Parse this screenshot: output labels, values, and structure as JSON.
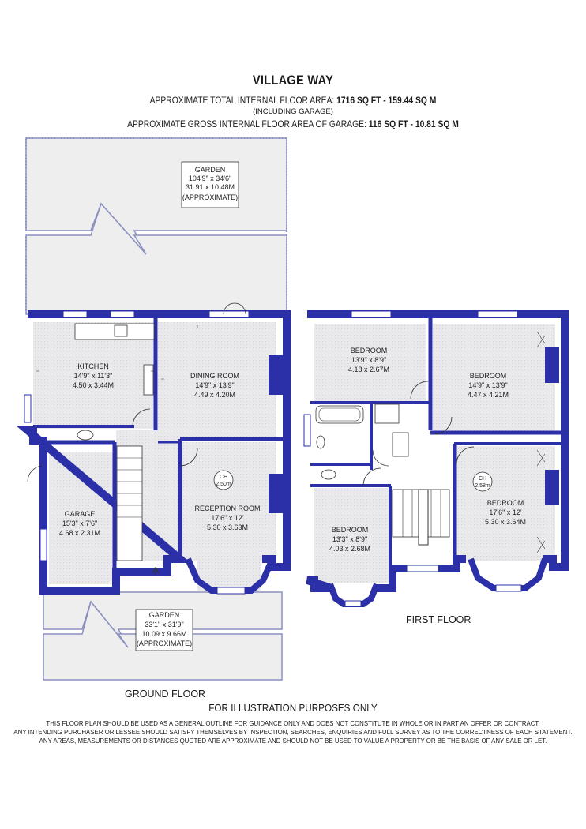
{
  "header": {
    "title": "VILLAGE WAY",
    "total_area_label": "APPROXIMATE TOTAL INTERNAL FLOOR AREA:",
    "total_area_value": "1716 SQ FT  -  159.44 SQ M",
    "including": "(INCLUDING GARAGE)",
    "garage_area_label": "APPROXIMATE GROSS INTERNAL FLOOR AREA OF GARAGE:",
    "garage_area_value": "116 SQ FT  -  10.81 SQ M"
  },
  "rooms": {
    "garden_rear": {
      "name": "GARDEN",
      "dim_imperial": "104'9\" x 34'6\"",
      "dim_metric": "31.91 x 10.48M",
      "note": "(APPROXIMATE)"
    },
    "kitchen": {
      "name": "KITCHEN",
      "dim_imperial": "14'9\" x 11'3\"",
      "dim_metric": "4.50 x 3.44M"
    },
    "dining": {
      "name": "DINING ROOM",
      "dim_imperial": "14'9\" x 13'9\"",
      "dim_metric": "4.49 x 4.20M"
    },
    "reception": {
      "name": "RECEPTION ROOM",
      "dim_imperial": "17'6\" x 12'",
      "dim_metric": "5.30 x 3.63M"
    },
    "garage": {
      "name": "GARAGE",
      "dim_imperial": "15'3\" x 7'6\"",
      "dim_metric": "4.68 x 2.31M"
    },
    "ch_ground": {
      "name": "CH",
      "height": "2.50m"
    },
    "garden_front": {
      "name": "GARDEN",
      "dim_imperial": "33'1\" x 31'9\"",
      "dim_metric": "10.09 x 9.66M",
      "note": "(APPROXIMATE)"
    },
    "bedroom1": {
      "name": "BEDROOM",
      "dim_imperial": "13'9\" x 8'9\"",
      "dim_metric": "4.18 x 2.67M"
    },
    "bedroom2": {
      "name": "BEDROOM",
      "dim_imperial": "14'9\" x 13'9\"",
      "dim_metric": "4.47 x 4.21M"
    },
    "bedroom3": {
      "name": "BEDROOM",
      "dim_imperial": "13'3\" x 8'9\"",
      "dim_metric": "4.03 x 2.68M"
    },
    "bedroom4": {
      "name": "BEDROOM",
      "dim_imperial": "17'6\" x 12'",
      "dim_metric": "5.30 x 3.64M"
    },
    "ch_first": {
      "name": "CH",
      "height": "2.58m"
    }
  },
  "floors": {
    "ground": "GROUND FLOOR",
    "first": "FIRST FLOOR"
  },
  "footer": {
    "illustration": "FOR ILLUSTRATION PURPOSES ONLY",
    "disclaimer_1": "THIS FLOOR PLAN SHOULD BE USED AS A GENERAL OUTLINE FOR GUIDANCE ONLY AND DOES NOT CONSTITUTE IN WHOLE OR IN PART AN OFFER OR CONTRACT.",
    "disclaimer_2": "ANY INTENDING PURCHASER OR LESSEE SHOULD SATISFY THEMSELVES BY INSPECTION, SEARCHES, ENQUIRIES AND FULL SURVEY AS TO THE CORRECTNESS OF EACH STATEMENT.",
    "disclaimer_3": "ANY AREAS, MEASUREMENTS OR DISTANCES QUOTED ARE APPROXIMATE AND SHOULD NOT BE USED TO VALUE A PROPERTY OR BE THE BASIS OF ANY SALE OR LET."
  },
  "colors": {
    "wall": "#2b2fa8",
    "floor_fill": "#e8e8ea",
    "garden_fill": "#eeeeee",
    "garden_border": "#8a8fc0"
  }
}
